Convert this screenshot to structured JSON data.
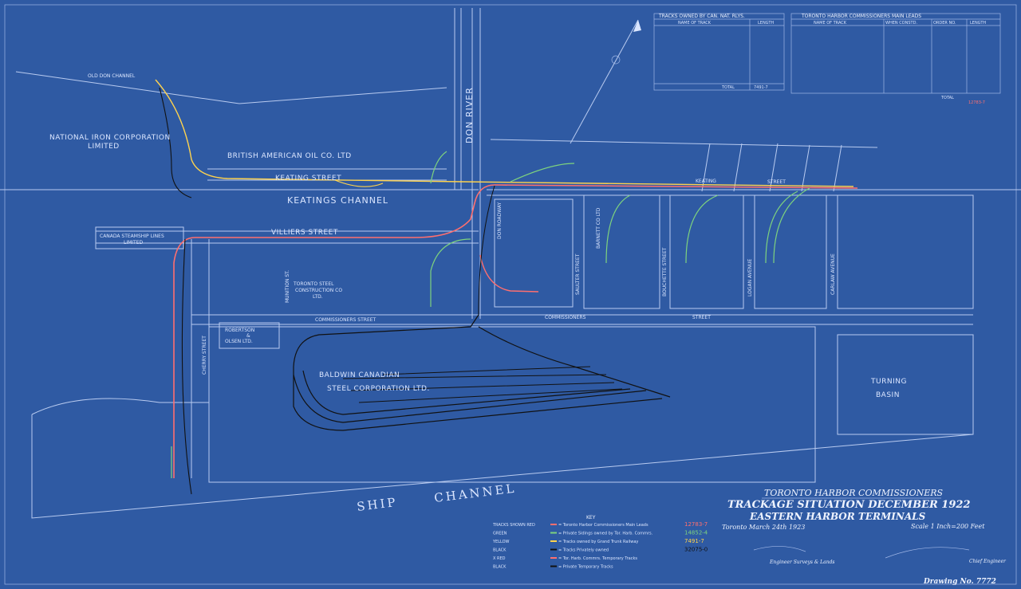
{
  "map": {
    "areas": {
      "national_iron": [
        "NATIONAL IRON CORPORATION",
        "LIMITED"
      ],
      "old_don_channel": "OLD DON CHANNEL",
      "british_american": "BRITISH AMERICAN OIL CO. LTD",
      "cherry_street": "CHERRY STREET",
      "keating_street_w": "KEATING STREET",
      "keatings_channel": "KEATINGS CHANNEL",
      "don_river": "DON RIVER",
      "don_roadway": "DON ROADWAY",
      "villiers_street": "VILLIERS STREET",
      "canada_steamship": [
        "CANADA STEAMSHIP LINES",
        "LIMITED"
      ],
      "commissioners_w": "COMMISSIONERS STREET",
      "commissioners_e": "COMMISSIONERS",
      "street_e": "STREET",
      "keating_e": "KEATING",
      "street_ke": "STREET",
      "munition": "MUNITION ST.",
      "toronto_steel": [
        "TORONTO STEEL",
        "CONSTRUCTION CO",
        "LTD."
      ],
      "robertson": [
        "ROBERTSON",
        "&",
        "OLSEN LTD."
      ],
      "baldwin": [
        "BALDWIN CANADIAN",
        "STEEL CORPORATION LTD."
      ],
      "saulter": "SAULTER STREET",
      "bouchette": "BOUCHETTE STREET",
      "logan": "LOGAN AVENUE",
      "carlaw": "CARLAW AVENUE",
      "barnett": "BARNETT CO LTD",
      "turning_basin": [
        "TURNING",
        "BASIN"
      ],
      "ship_channel": [
        "SHIP",
        "CHANNEL"
      ]
    },
    "table_cnr": {
      "title": "TRACKS OWNED BY CAN. NAT. RLYS.",
      "headers": [
        "NAME OF TRACK",
        "LENGTH"
      ],
      "total_label": "TOTAL",
      "total_value": "7491-7"
    },
    "table_thc": {
      "title": "TORONTO HARBOR COMMISSIONERS MAIN LEADS",
      "headers": [
        "NAME OF TRACK",
        "WHEN CONSTD.",
        "ORDER NO.",
        "LENGTH"
      ],
      "total_label": "TOTAL",
      "total_value": "12783-7"
    },
    "title_block": {
      "org": "TORONTO HARBOR COMMISSIONERS",
      "title": "TRACKAGE SITUATION DECEMBER 1922",
      "subtitle": "EASTERN HARBOR TERMINALS",
      "place_date": "Toronto March 24th 1923",
      "scale": "Scale 1 Inch=200 Feet",
      "sig_left": "Engineer Surveys & Lands",
      "sig_right": "Chief Engineer",
      "drawing_no": "Drawing No. 7772"
    },
    "key": {
      "title": "KEY",
      "rows": [
        {
          "prefix": "TRACKS SHOWN RED",
          "desc": "= Toronto Harbor Commissioners Main Leads",
          "value": "12783-7",
          "color": "#ff6f6f"
        },
        {
          "prefix": "GREEN",
          "desc": "= Private Sidings owned by Tor. Harb. Commrs.",
          "value": "14852-4",
          "color": "#7ed37e"
        },
        {
          "prefix": "YELLOW",
          "desc": "= Tracks owned by Grand Trunk Railway",
          "value": "7491-7",
          "color": "#ffd34d"
        },
        {
          "prefix": "BLACK",
          "desc": "= Tracks Privately owned",
          "value": "32075-0",
          "color": "#111111"
        },
        {
          "prefix": "X RED",
          "desc": "= Tor. Harb. Commrs. Temporary Tracks",
          "value": "",
          "color": "#ff6f6f"
        },
        {
          "prefix": "BLACK",
          "desc": "= Private Temporary Tracks",
          "value": "",
          "color": "#111111"
        }
      ]
    }
  },
  "colors": {
    "background": "#2f5aa3",
    "red": "#ff6f6f",
    "green": "#7ed37e",
    "yellow": "#ffd34d",
    "black": "#111111",
    "line": "#b9cbf0"
  }
}
